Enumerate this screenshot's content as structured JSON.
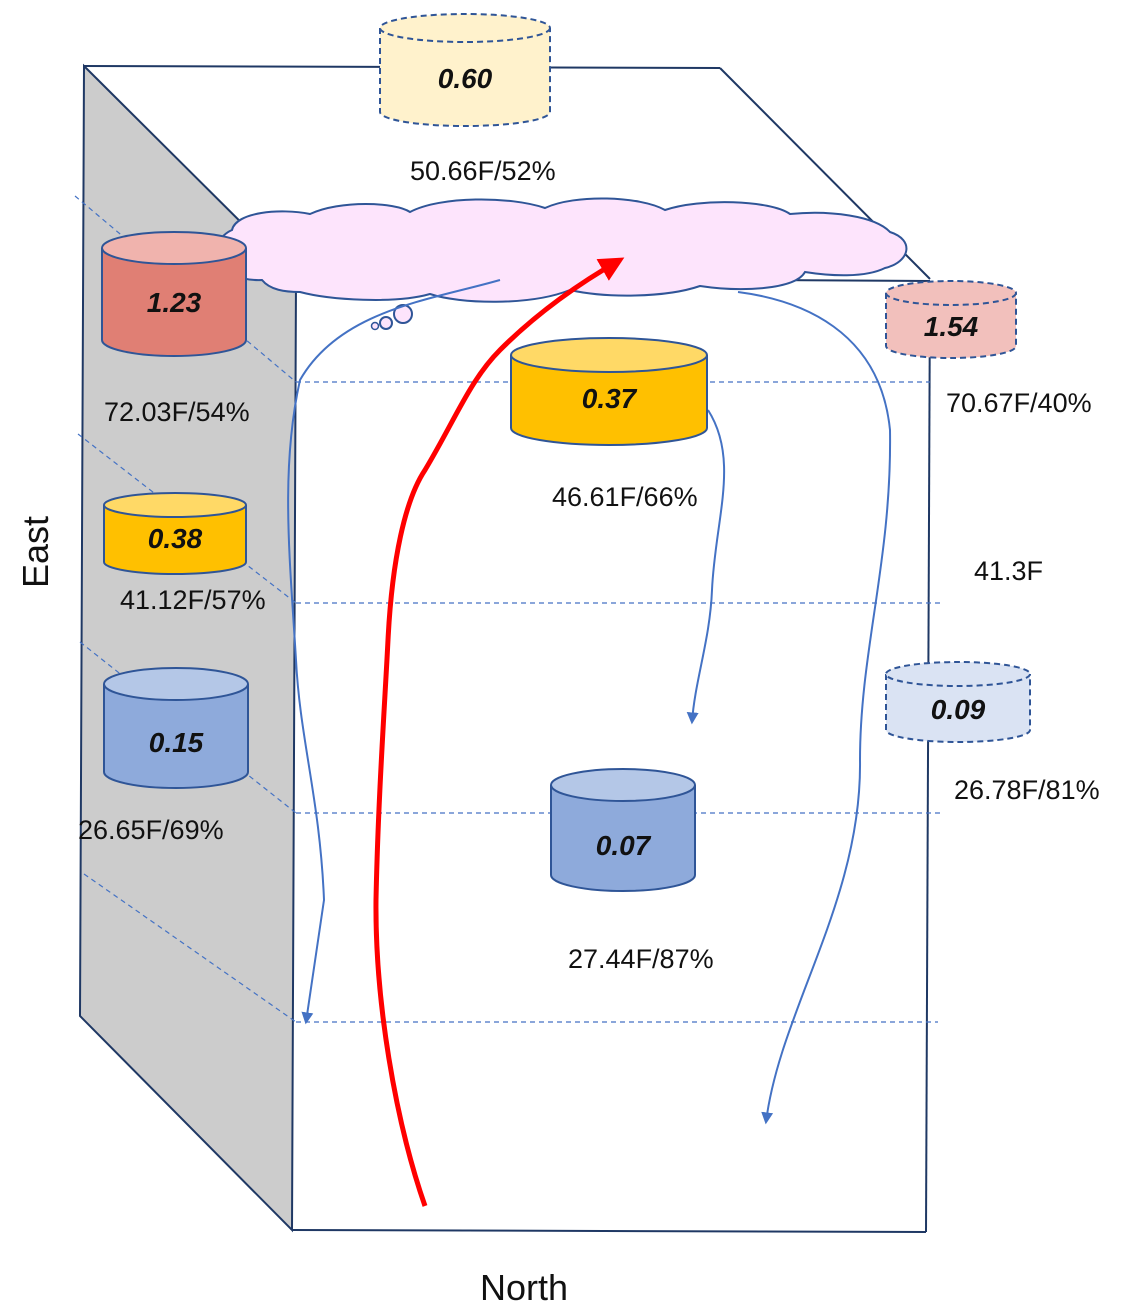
{
  "axis_labels": {
    "east": "East",
    "north": "North"
  },
  "top_cylinder": {
    "value": "0.60",
    "label": "50.66F/52%"
  },
  "west_wall": {
    "upper": {
      "value": "1.23",
      "label": "72.03F/54%"
    },
    "middle": {
      "value": "0.38",
      "label": "41.12F/57%"
    },
    "lower": {
      "value": "0.15",
      "label": "26.65F/69%"
    }
  },
  "center": {
    "upper": {
      "value": "0.37",
      "label": "46.61F/66%"
    },
    "lower": {
      "value": "0.07",
      "label": "27.44F/87%"
    }
  },
  "east_side": {
    "upper": {
      "value": "1.54",
      "label": "70.67F/40%"
    },
    "middle_label": "41.3F",
    "lower": {
      "value": "0.09",
      "label": "26.78F/81%"
    }
  },
  "colors": {
    "red_fill": "#e07f74",
    "red_light": "#f0b3ad",
    "gold_fill": "#ffc000",
    "gold_light": "#ffd966",
    "blue_fill": "#8eaadb",
    "blue_light": "#b4c7e7",
    "pale_yellow": "#fff2cc",
    "pale_red": "#f2c0bc",
    "pale_blue": "#dae3f3",
    "cloud": "#fde4fc",
    "wall": "#cccccc",
    "frame": "#1f3864",
    "flow_line": "#4472c4",
    "hot_line": "#ff0000"
  }
}
